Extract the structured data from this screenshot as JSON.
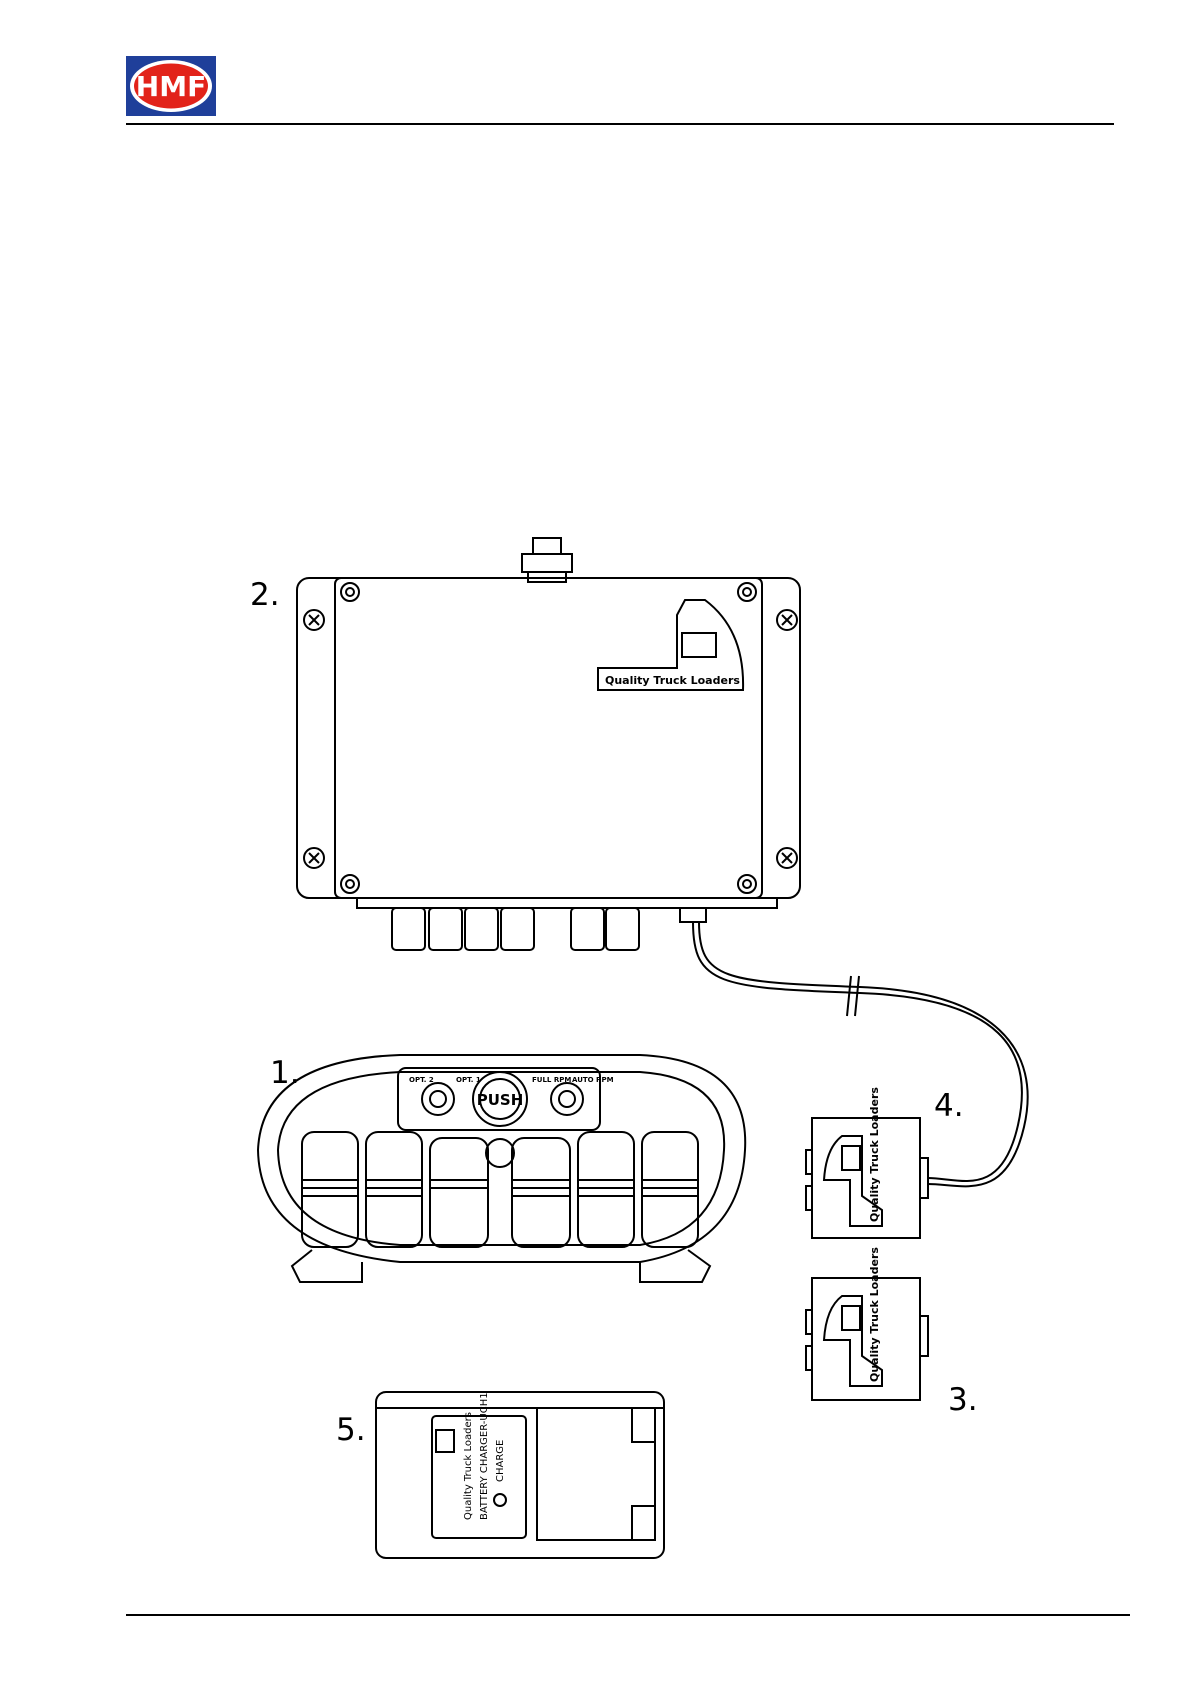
{
  "header": {
    "logo_text": "HMF",
    "logo_colors": {
      "red": "#e2231a",
      "blue": "#1f3f9a"
    }
  },
  "callouts": {
    "one": "1.",
    "two": "2.",
    "three": "3.",
    "four": "4.",
    "five": "5."
  },
  "brand": {
    "slogan": "Quality Truck Loaders"
  },
  "remote": {
    "opt2": "OPT. 2",
    "opt1": "OPT. 1",
    "push": "PUSH",
    "full_rpm": "FULL RPM",
    "auto_rpm": "AUTO RPM"
  },
  "charger": {
    "slogan": "Quality Truck Loaders",
    "model": "BATTERY CHARGER-UCH1",
    "charge": "CHARGE"
  }
}
